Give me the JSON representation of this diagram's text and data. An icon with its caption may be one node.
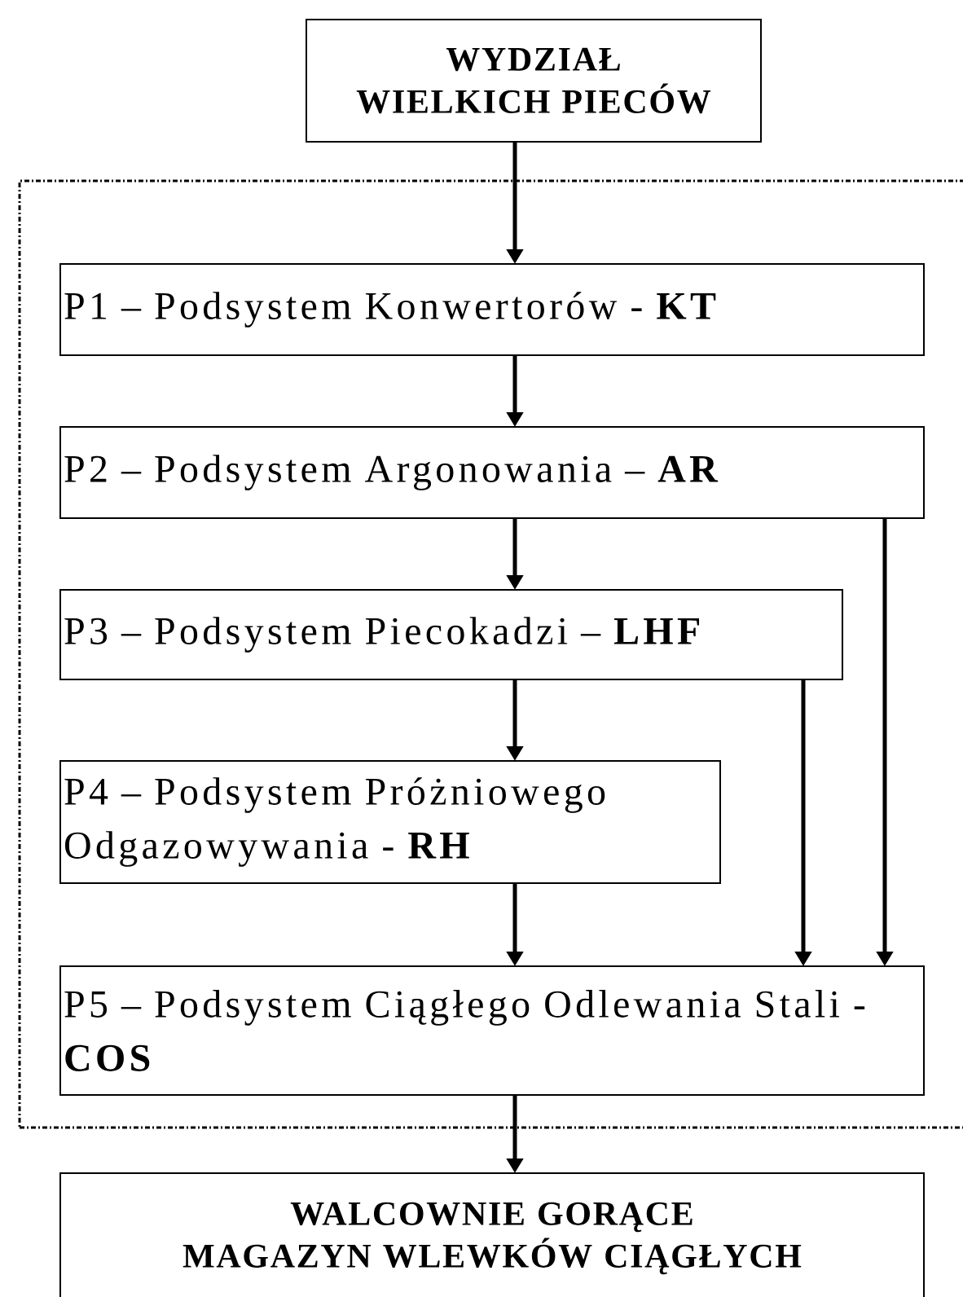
{
  "diagram": {
    "nodes": [
      {
        "text": [
          "WYDZIAŁ WIELKICH PIECÓW"
        ]
      },
      {
        "text": [],
        "shape": "box"
      },
      {
        "text": [
          "P1 – Podsystem Konwertorów - **KT**"
        ],
        "in": 1
      },
      {
        "text": [
          "P2 – Podsystem Argonowania – **AR**"
        ],
        "in": 1
      },
      {
        "text": [
          "P3 – Podsystem Piecokadzi – **LHF**"
        ],
        "in": 1
      },
      {
        "text": [
          "P4 – Podsystem Próżniowego Odgazowywania - **RH**"
        ],
        "in": 1
      },
      {
        "text": [
          "P5 – Podsystem Ciągłego Odlewania Stali - **COS**"
        ],
        "in": 1
      },
      {
        "text": [
          "WALCOWNIE GORĄCE",
          "MAGAZYN WLEWKÓW CIĄGŁYCH"
        ]
      }
    ],
    "edges": [
      {
        "from": 0,
        "to": 2,
        "arrow": "to"
      },
      {
        "from": 2,
        "to": 3,
        "arrow": "to"
      },
      {
        "from": 3,
        "to": 4,
        "arrow": "to"
      },
      {
        "from": 4,
        "to": 5,
        "arrow": "to"
      },
      {
        "from": 5,
        "to": 6,
        "arrow": "to"
      },
      {
        "from": 4,
        "to": 6,
        "arrow": "to"
      },
      {
        "from": 3,
        "to": 6,
        "arrow": "to"
      },
      {
        "from": 6,
        "to": 7,
        "arrow": "to"
      }
    ]
  }
}
